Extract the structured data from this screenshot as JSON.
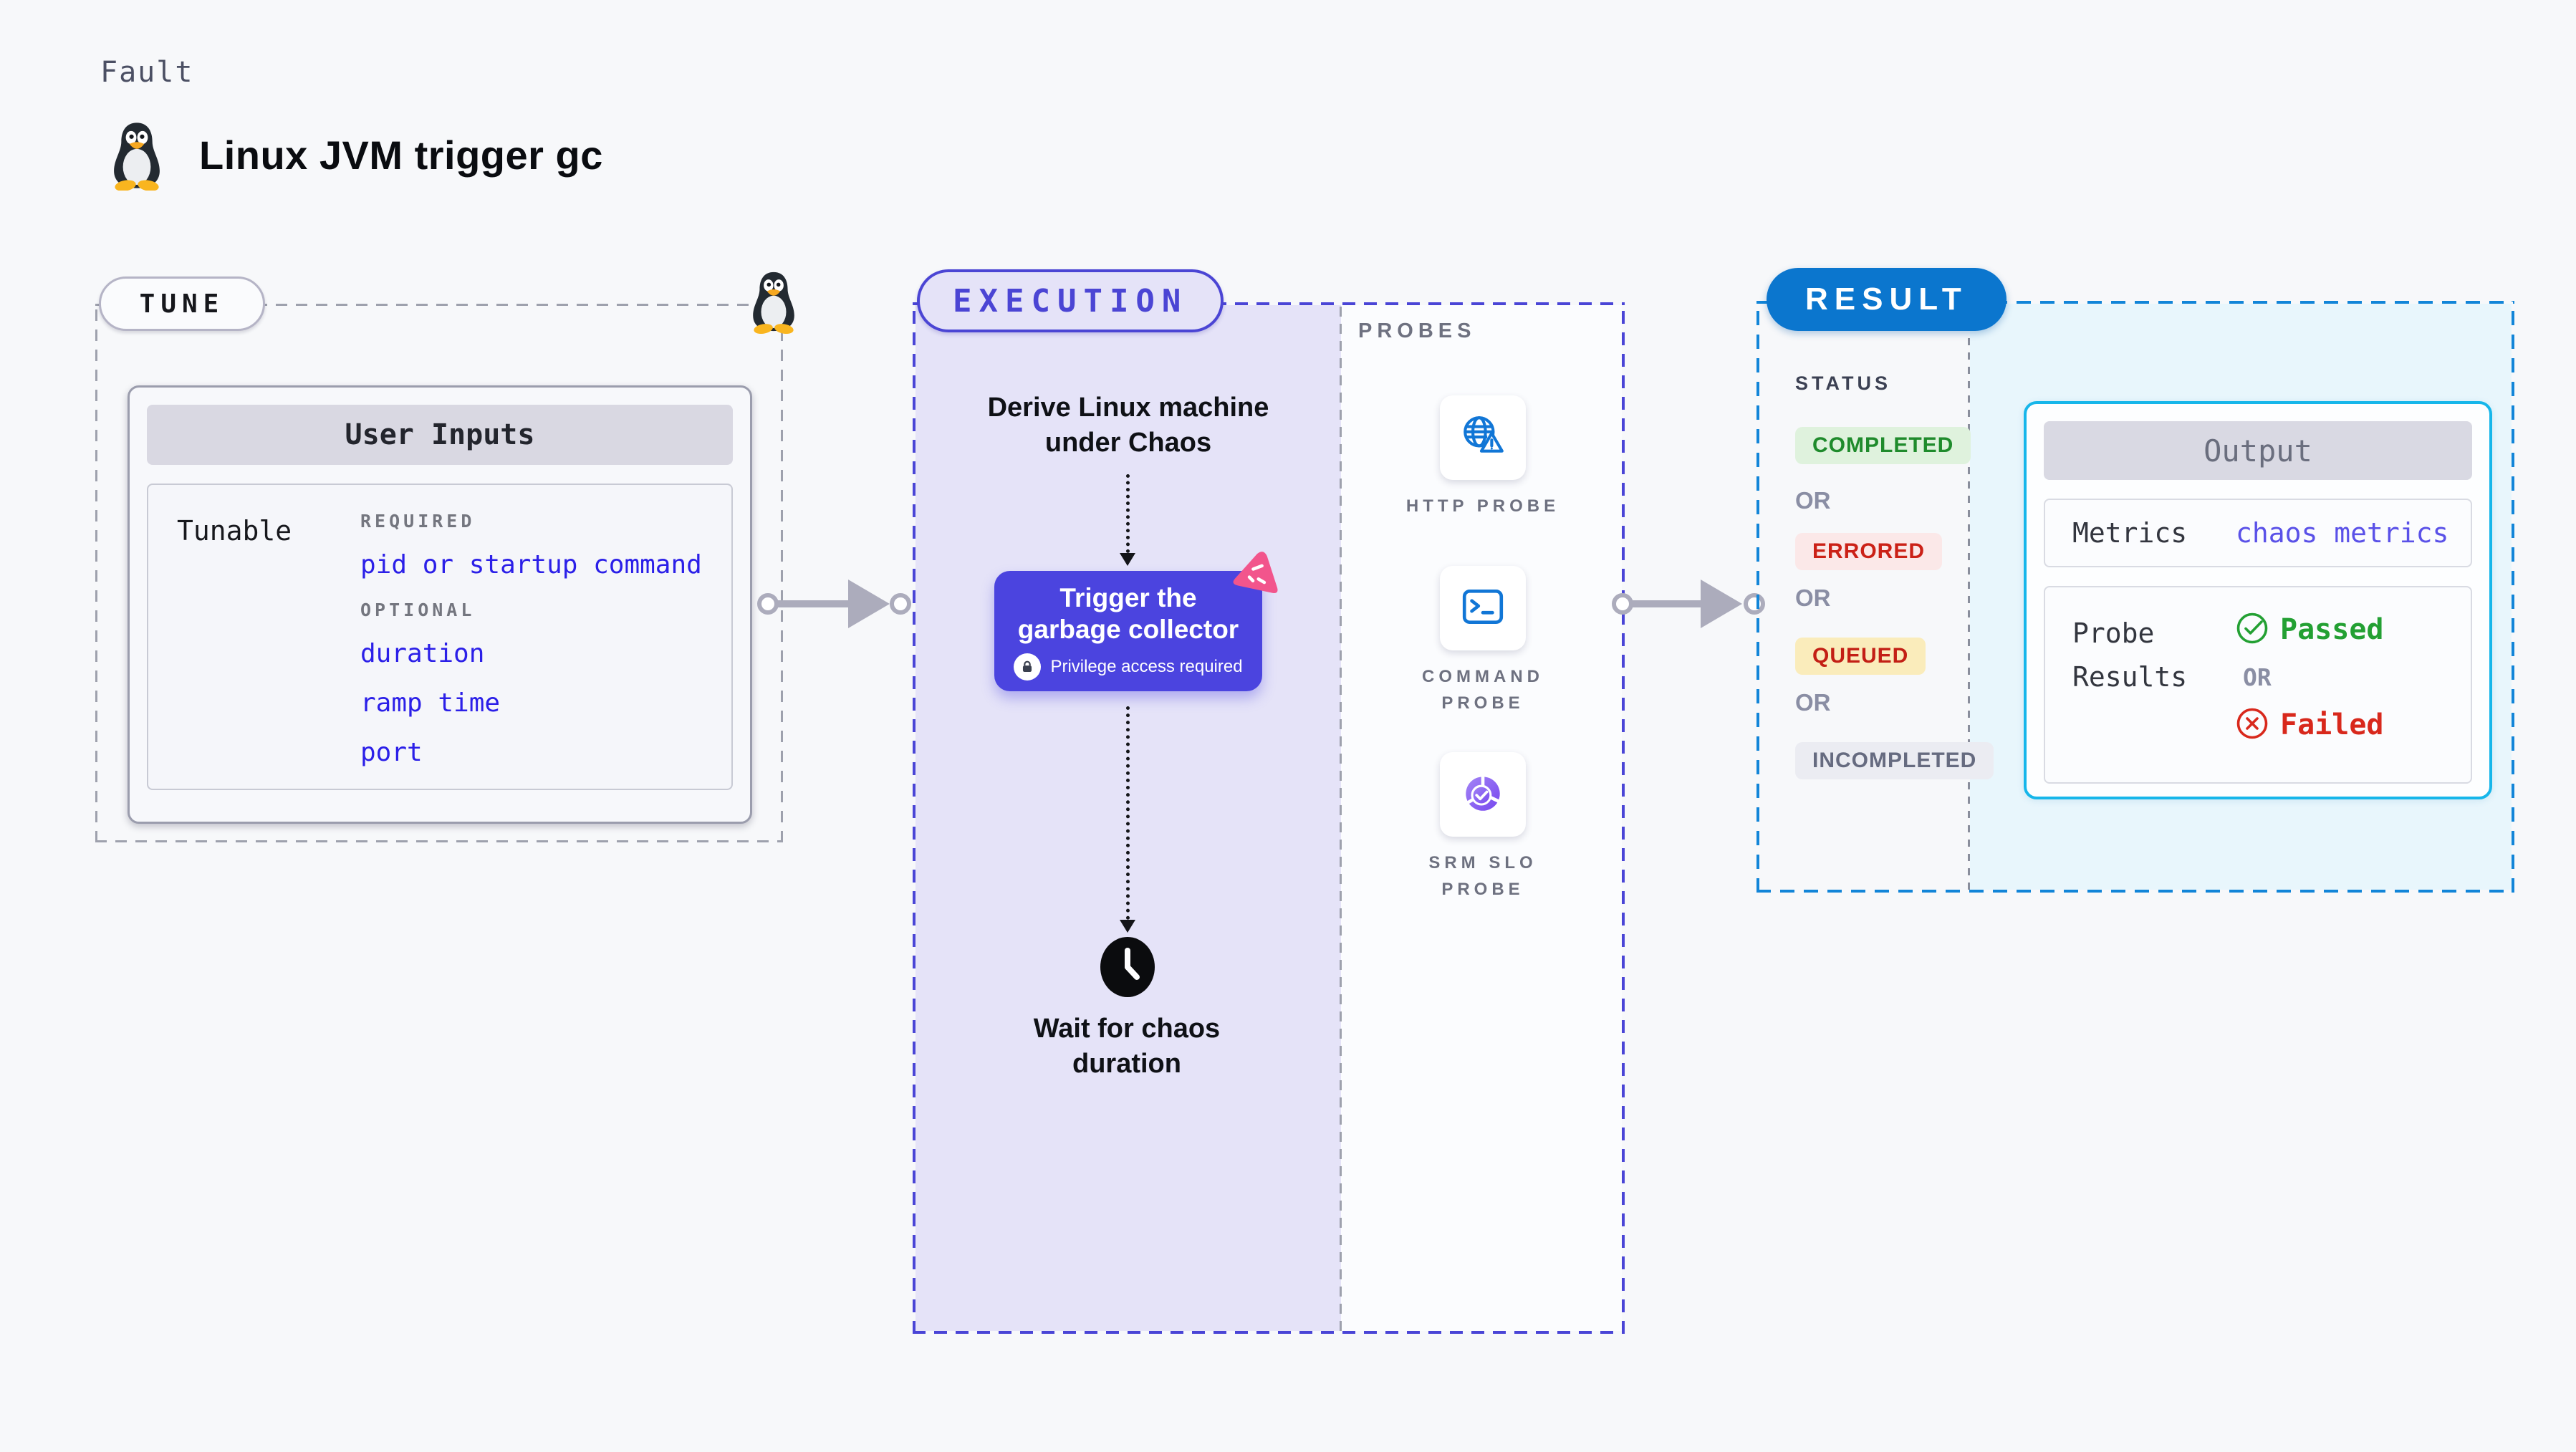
{
  "header": {
    "kicker": "Fault",
    "title": "Linux JVM trigger gc",
    "icon": "tux-penguin-icon"
  },
  "tune": {
    "label": "TUNE",
    "card_title": "User Inputs",
    "row_label": "Tunable",
    "required_heading": "REQUIRED",
    "required_links": [
      "pid or startup command"
    ],
    "optional_heading": "OPTIONAL",
    "optional_links": [
      "duration",
      "ramp time",
      "port"
    ],
    "link_color": "#2B1FE8"
  },
  "execution": {
    "label": "EXECUTION",
    "accent": "#4B45D4",
    "panel_fill": "#E5E3F8",
    "derive_step": "Derive Linux machine under Chaos",
    "action": {
      "title": "Trigger the garbage collector",
      "badge": "Privilege access required",
      "color": "#4B44DF"
    },
    "wait_step": "Wait for chaos duration"
  },
  "probes": {
    "heading": "PROBES",
    "items": [
      {
        "label": "HTTP PROBE",
        "icon": "globe-alert-icon"
      },
      {
        "label": "COMMAND PROBE",
        "icon": "terminal-icon"
      },
      {
        "label": "SRM SLO PROBE",
        "icon": "slo-pie-icon"
      }
    ],
    "icon_blue": "#1176D6",
    "icon_purple": "#8A5CF6"
  },
  "result": {
    "label": "RESULT",
    "accent": "#0B76CE",
    "border": "#1285D8",
    "panel_fill": "#E8F6FC",
    "status_heading": "STATUS",
    "or_label": "OR",
    "statuses": [
      {
        "text": "COMPLETED",
        "fg": "#1F8B2C",
        "bg": "#DFF2DD"
      },
      {
        "text": "ERRORED",
        "fg": "#CB2117",
        "bg": "#FBE8E8"
      },
      {
        "text": "QUEUED",
        "fg": "#C31F15",
        "bg": "#FAECBB"
      },
      {
        "text": "INCOMPLETED",
        "fg": "#666B80",
        "bg": "#EBECF2"
      }
    ],
    "output": {
      "title": "Output",
      "metrics_label": "Metrics",
      "metrics_value": "chaos metrics",
      "metrics_value_color": "#5A51E8",
      "probe_results_label": "Probe Results",
      "passed_label": "Passed",
      "passed_color": "#23A033",
      "or_label": "OR",
      "failed_label": "Failed",
      "failed_color": "#D8281C"
    }
  }
}
